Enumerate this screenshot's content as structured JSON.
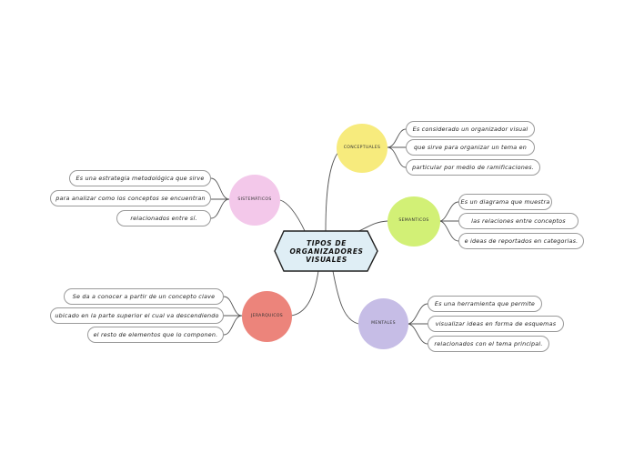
{
  "central": {
    "title": "TIPOS DE ORGANIZADORES VISUALES",
    "fill": "#dfeef5"
  },
  "branches": {
    "conceptuales": {
      "label": "CONCEPTUALES",
      "color": "#f7eb7d",
      "notes": [
        "Es considerado un organizador visual",
        "que sirve para organizar un tema en",
        "particular por medio de ramificaciones."
      ]
    },
    "semanticos": {
      "label": "SEMANTICOS",
      "color": "#d2f076",
      "notes": [
        "Es un diagrama que muestra",
        "las relaciones entre conceptos",
        "e ideas de reportados en categorias."
      ]
    },
    "mentales": {
      "label": "MENTALES",
      "color": "#c6bde6",
      "notes": [
        "Es una herramienta que permite",
        "visualizar ideas en forma de esquemas",
        "relacionados con el tema principal."
      ]
    },
    "jerarquicos": {
      "label": "JERARQUICOS",
      "color": "#ec847b",
      "notes": [
        "Se da a conocer a partir de un concepto clave",
        "ubicado en la parte superior el cual va descendiendo",
        "el resto de elementos que lo componen."
      ]
    },
    "sistematicos": {
      "label": "SISTEMÁTICOS",
      "color": "#f3c8ea",
      "notes": [
        "Es una estrategia metodológica que sirve",
        "para analizar como los conceptos se encuentran",
        "relacionados entre sí."
      ]
    }
  }
}
